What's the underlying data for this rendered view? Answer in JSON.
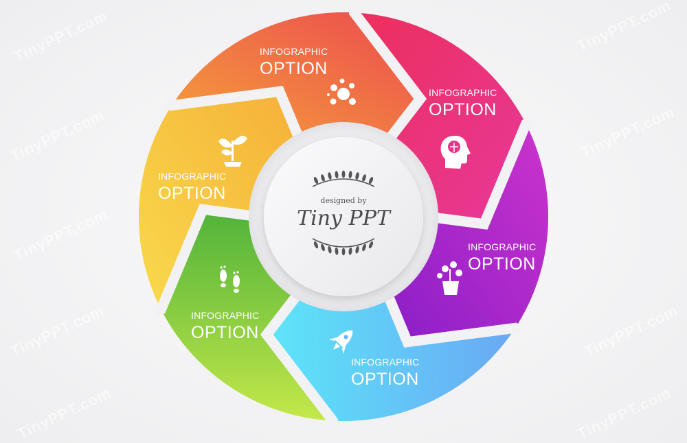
{
  "segments": [
    {
      "id": "orange",
      "small": "INFOGRAPHIC",
      "big": "OPTION",
      "icon": "bubbles-icon",
      "colors": [
        "#f5a23a",
        "#ec4a4f"
      ]
    },
    {
      "id": "pink",
      "small": "INFOGRAPHIC",
      "big": "OPTION",
      "icon": "brain-head-icon",
      "colors": [
        "#ec2f5c",
        "#e8389a"
      ]
    },
    {
      "id": "purple",
      "small": "INFOGRAPHIC",
      "big": "OPTION",
      "icon": "flower-pot-icon",
      "colors": [
        "#cc33cc",
        "#8a1ec8"
      ]
    },
    {
      "id": "blue",
      "small": "INFOGRAPHIC",
      "big": "OPTION",
      "icon": "rocket-icon",
      "colors": [
        "#6aa8f4",
        "#5ce6f8"
      ]
    },
    {
      "id": "green",
      "small": "INFOGRAPHIC",
      "big": "OPTION",
      "icon": "footprints-icon",
      "colors": [
        "#c4e84a",
        "#4fb23a"
      ]
    },
    {
      "id": "yellow",
      "small": "INFOGRAPHIC",
      "big": "OPTION",
      "icon": "plant-icon",
      "colors": [
        "#f9da4c",
        "#f5b038"
      ]
    }
  ],
  "center": {
    "designed_by": "designed by",
    "brand": "Tiny PPT"
  },
  "watermark": "TinyPPT.com"
}
